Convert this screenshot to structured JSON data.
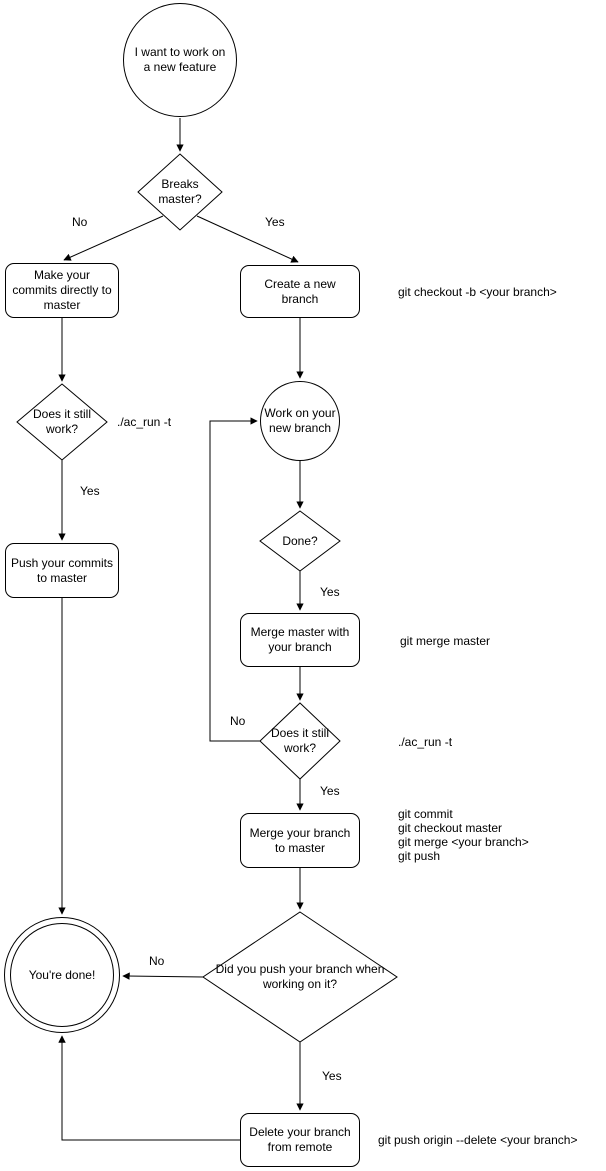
{
  "nodes": {
    "start": "I want to work on a new feature",
    "breaks_master": "Breaks master?",
    "commit_master": "Make your commits directly to master",
    "create_branch": "Create a new branch",
    "still_work_1": "Does it still work?",
    "push_commits": "Push your commits to master",
    "work_branch": "Work on your new branch",
    "done": "Done?",
    "merge_master": "Merge master with your branch",
    "still_work_2": "Does it still work?",
    "merge_branch": "Merge your branch to master",
    "did_push": "Did you push your branch when working on it?",
    "youre_done": "You're done!",
    "delete_remote": "Delete your branch from remote"
  },
  "edge_labels": {
    "no_breaks": "No",
    "yes_breaks": "Yes",
    "yes_works_1": "Yes",
    "yes_done": "Yes",
    "no_works_2": "No",
    "yes_works_2": "Yes",
    "no_pushed": "No",
    "yes_pushed": "Yes"
  },
  "annotations": {
    "checkout_branch": "git checkout -b <your branch>",
    "ac_run_1": "./ac_run -t",
    "git_merge_master": "git merge master",
    "ac_run_2": "./ac_run -t",
    "merge_cmds": [
      "git commit",
      "git checkout master",
      "git merge <your branch>",
      "git push"
    ],
    "delete_remote_cmd": "git push origin --delete <your branch>"
  },
  "colors": {
    "stroke": "#000000",
    "fill": "#ffffff",
    "background": "#ffffff"
  }
}
